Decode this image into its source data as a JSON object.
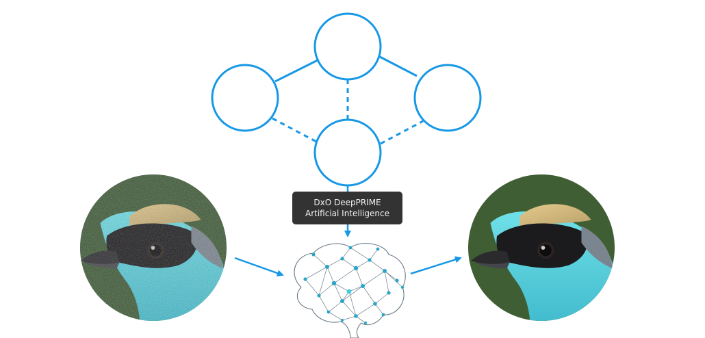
{
  "label": {
    "line1": "DxO DeepPRIME",
    "line2": "Artificial Intelligence"
  },
  "colors": {
    "accent": "#1798e6",
    "label_bg": "#333333",
    "label_text": "#f2f2f2"
  },
  "icons": {
    "input_photo": "noisy-bird-photo",
    "output_photo": "denoised-bird-photo",
    "ai": "brain-network-icon"
  }
}
